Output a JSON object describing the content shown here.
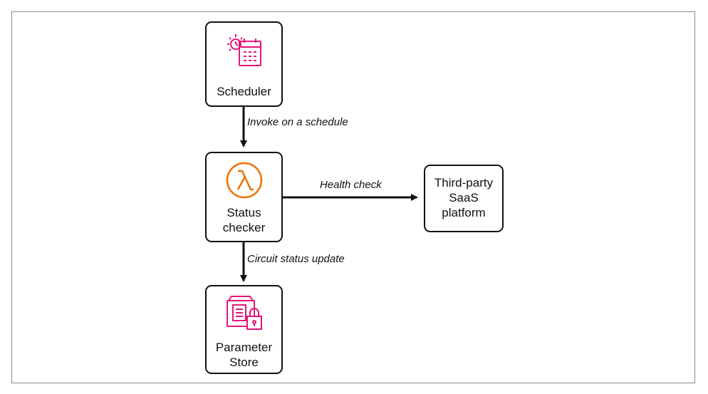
{
  "nodes": {
    "scheduler": {
      "label": "Scheduler",
      "icon": "calendar-clock-icon",
      "icon_color": "#e7157b"
    },
    "status_checker": {
      "label_line1": "Status",
      "label_line2": "checker",
      "icon": "lambda-icon",
      "icon_color": "#ed7100"
    },
    "parameter_store": {
      "label_line1": "Parameter",
      "label_line2": "Store",
      "icon": "parameter-store-icon",
      "icon_color": "#e7157b"
    },
    "saas": {
      "label_line1": "Third-party",
      "label_line2": "SaaS",
      "label_line3": "platform"
    }
  },
  "edges": {
    "invoke": "Invoke on a schedule",
    "health": "Health check",
    "circuit": "Circuit status update"
  },
  "colors": {
    "line": "#111111",
    "frame": "#8a8a8a"
  }
}
